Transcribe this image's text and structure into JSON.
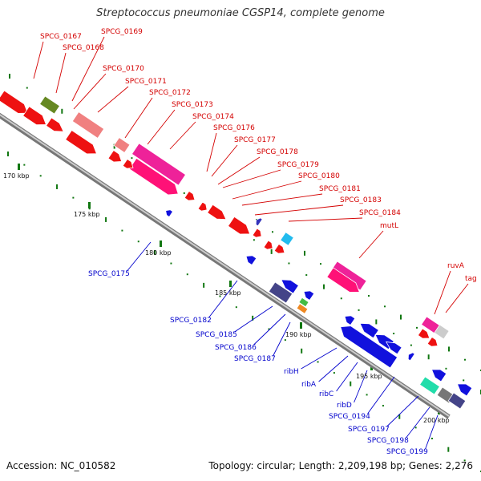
{
  "title": "Streptococcus pneumoniae CGSP14, complete genome",
  "footer": {
    "accession": "Accession: NC_010582",
    "summary": "Topology: circular; Length: 2,209,198 bp; Genes: 2,276"
  },
  "colors": {
    "forward_gene": "#ee1111",
    "reverse_gene": "#1111dd",
    "forward_label": "#d40000",
    "reverse_label": "#0000cc",
    "backbone": "#999999",
    "tick": "#117711"
  },
  "scale_ticks": [
    "170 kbp",
    "175 kbp",
    "180 kbp",
    "185 kbp",
    "190 kbp",
    "195 kbp",
    "200 kbp"
  ],
  "forward_genes": [
    "SPCG_0167",
    "SPCG_0169",
    "SPCG_0168",
    "SPCG_0170",
    "SPCG_0171",
    "SPCG_0172",
    "SPCG_0173",
    "SPCG_0174",
    "SPCG_0176",
    "SPCG_0177",
    "SPCG_0178",
    "SPCG_0179",
    "SPCG_0180",
    "SPCG_0181",
    "SPCG_0183",
    "SPCG_0184",
    "mutL",
    "ruvA",
    "tag"
  ],
  "reverse_genes": [
    "SPCG_0175",
    "SPCG_0182",
    "SPCG_0185",
    "SPCG_0186",
    "SPCG_0187",
    "ribH",
    "ribA",
    "ribC",
    "ribD",
    "SPCG_0194",
    "SPCG_0197",
    "SPCG_0198",
    "SPCG_0199"
  ]
}
